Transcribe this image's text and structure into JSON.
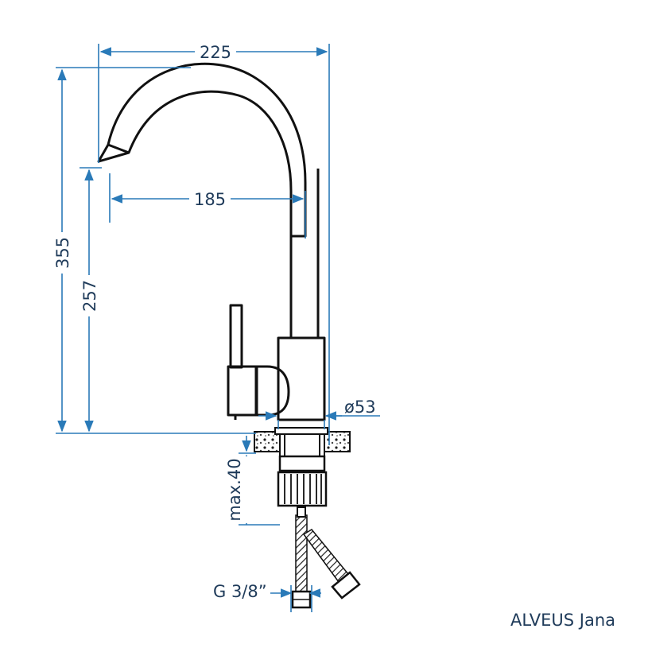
{
  "dimensions": {
    "width_total": "225",
    "spout_reach": "185",
    "height_total": "355",
    "spout_height": "257",
    "base_diameter": "ø53",
    "max_thickness": "max.40",
    "connection": "G 3/8”"
  },
  "brand": "ALVEUS Jana",
  "colors": {
    "dimension_line": "#2a7ab8",
    "dimension_text": "#1f3b5a",
    "outline": "#111111"
  }
}
